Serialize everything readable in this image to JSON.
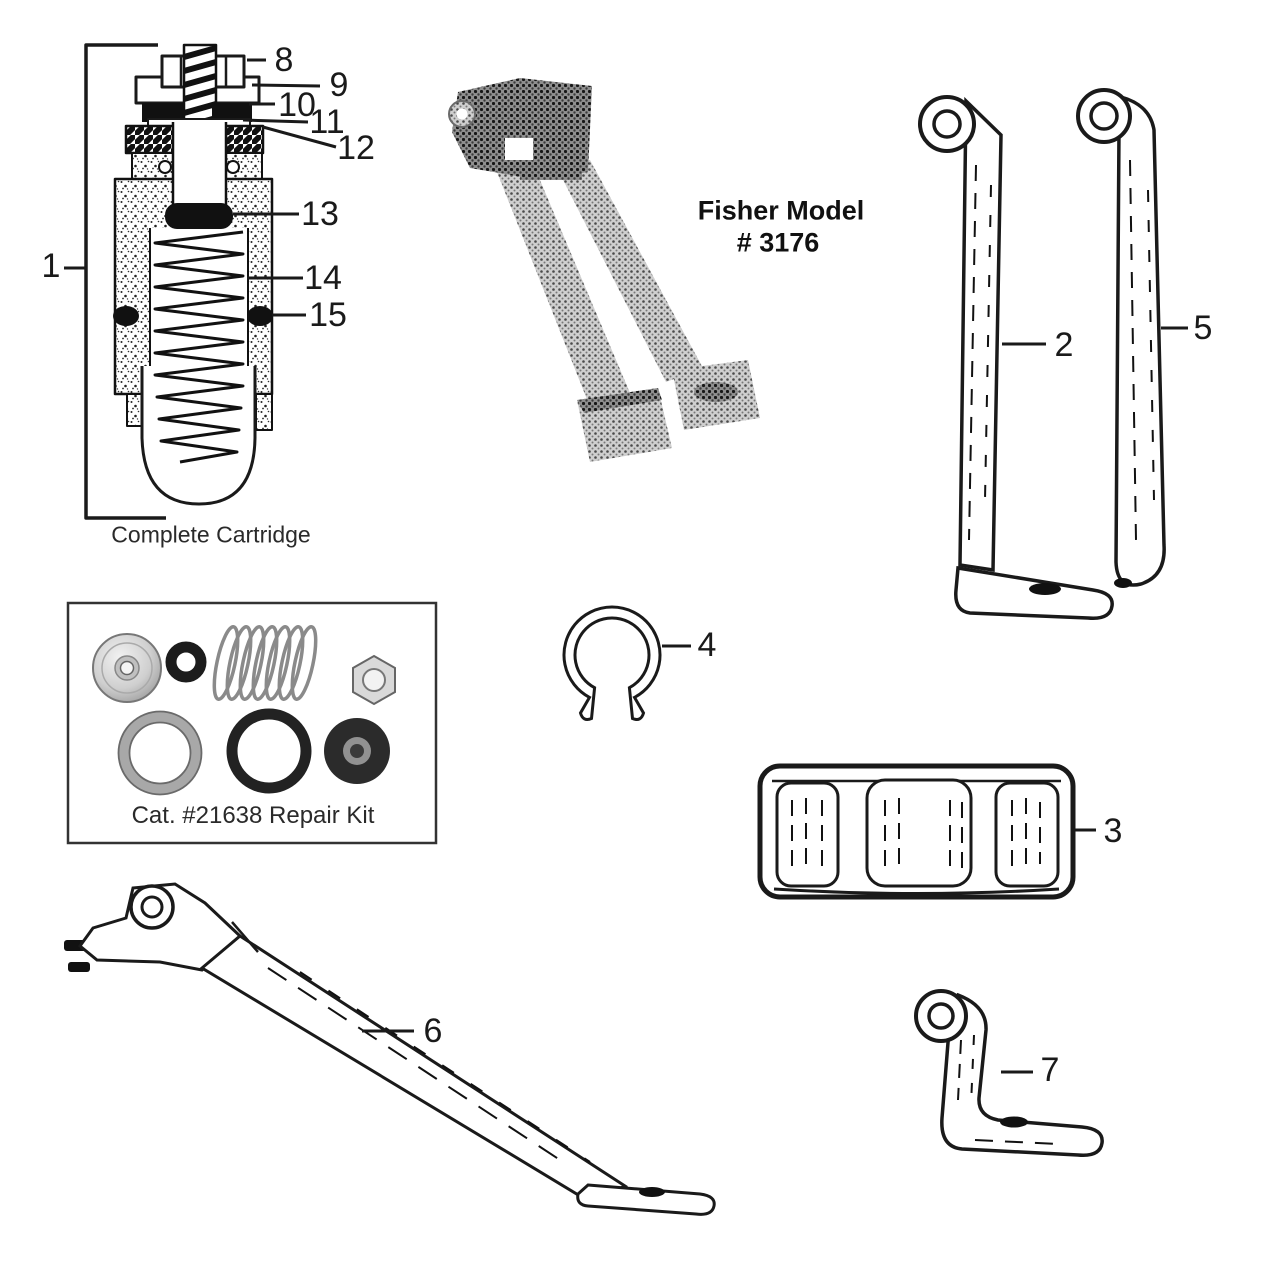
{
  "figure": {
    "model_line1": "Fisher Model",
    "model_line2": "# 3176",
    "cartridge_caption": "Complete Cartridge",
    "repair_kit_caption": "Cat. #21638 Repair Kit"
  },
  "callouts": {
    "p1": "1",
    "p2": "2",
    "p3": "3",
    "p4": "4",
    "p5": "5",
    "p6": "6",
    "p7": "7",
    "p8": "8",
    "p9": "9",
    "p10": "10",
    "p11": "11",
    "p12": "12",
    "p13": "13",
    "p14": "14",
    "p15": "15"
  },
  "colors": {
    "ink": "#1a1a1a",
    "paper": "#ffffff",
    "photo_gray": "#9a9a9a"
  }
}
